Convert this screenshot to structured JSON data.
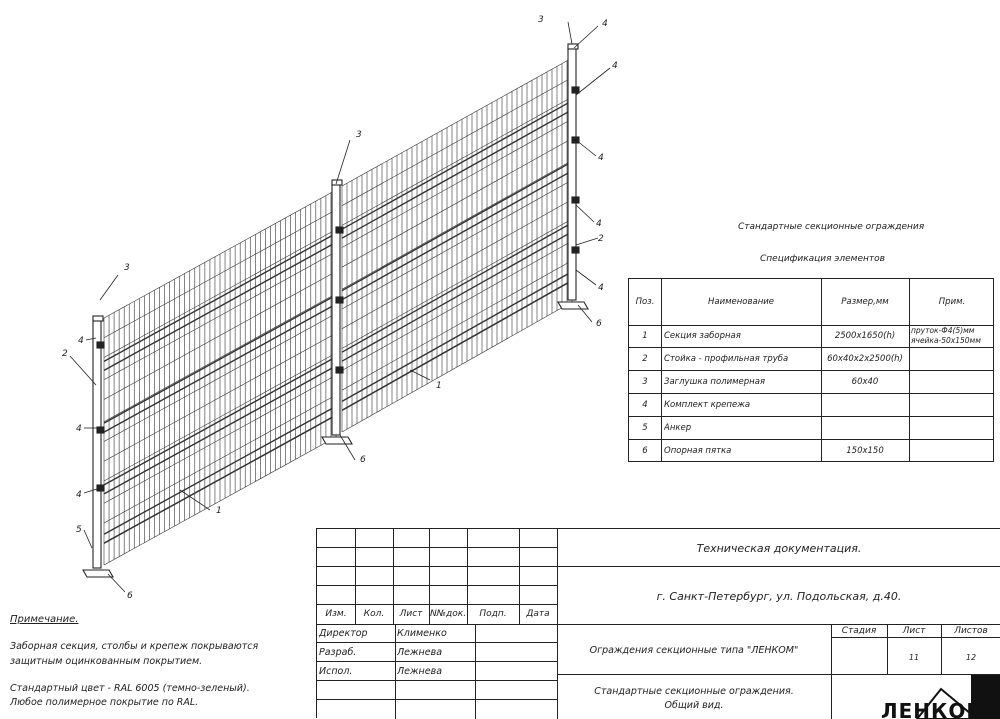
{
  "fence": {
    "callouts": [
      "1",
      "1",
      "2",
      "2",
      "3",
      "3",
      "3",
      "4",
      "4",
      "4",
      "4",
      "4",
      "4",
      "4",
      "5",
      "6",
      "6",
      "6"
    ]
  },
  "spec": {
    "title": "Стандартные секционные ограждения",
    "subtitle": "Спецификация элементов",
    "headers": [
      "Поз.",
      "Наименование",
      "Размер,мм",
      "Прим."
    ],
    "rows": [
      {
        "pos": "1",
        "name": "Секция заборная",
        "size": "2500x1650(h)",
        "note1": "пруток-Ф4(5)мм",
        "note2": "ячейка-50x150мм"
      },
      {
        "pos": "2",
        "name": "Стойка - профильная труба",
        "size": "60x40x2x2500(h)",
        "note1": "",
        "note2": ""
      },
      {
        "pos": "3",
        "name": "Заглушка полимерная",
        "size": "60x40",
        "note1": "",
        "note2": ""
      },
      {
        "pos": "4",
        "name": "Комплект крепежа",
        "size": "",
        "note1": "",
        "note2": ""
      },
      {
        "pos": "5",
        "name": "Анкер",
        "size": "",
        "note1": "",
        "note2": ""
      },
      {
        "pos": "6",
        "name": "Опорная пятка",
        "size": "150x150",
        "note1": "",
        "note2": ""
      }
    ]
  },
  "notes": {
    "title": "Примечание.",
    "line1": "Заборная секция, столбы и крепеж покрываются",
    "line2": "защитным оцинкованным покрытием.",
    "line3": "Стандартный цвет - RAL 6005 (темно-зеленый).",
    "line4": "Любое полимерное покрытие по RAL."
  },
  "stamp": {
    "col_headers": [
      "Изм.",
      "Кол.",
      "Лист",
      "N№док.",
      "Подп.",
      "Дата"
    ],
    "roles": [
      {
        "role": "Директор",
        "name": "Клименко"
      },
      {
        "role": "Разраб.",
        "name": "Лежнева"
      },
      {
        "role": "Испол.",
        "name": "Лежнева"
      }
    ],
    "doc_type": "Техническая документация.",
    "address": "г. Санкт-Петербург, ул. Подольская, д.40.",
    "project": "Ограждения секционные типа \"ЛЕНКОМ\"",
    "stage_label": "Стадия",
    "sheet_label": "Лист",
    "sheets_label": "Листов",
    "stage": "",
    "sheet": "11",
    "sheets": "12",
    "drawing_title1": "Стандартные секционные ограждения.",
    "drawing_title2": "Общий вид.",
    "logo_text": "ЛЕНКОМ"
  }
}
